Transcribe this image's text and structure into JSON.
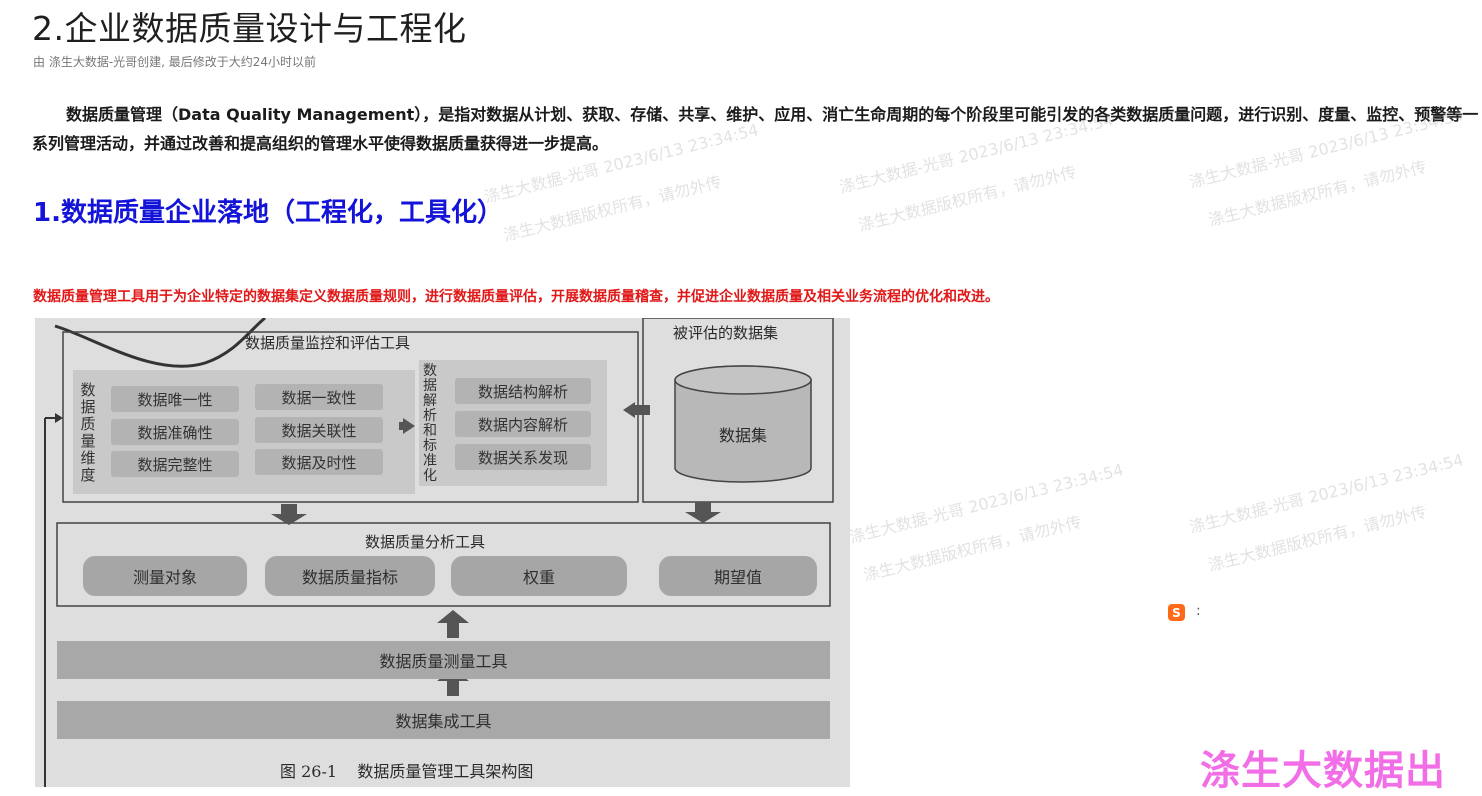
{
  "page": {
    "title": "2.企业数据质量设计与工程化",
    "meta": "由 涤生大数据-光哥创建, 最后修改于大约24小时以前"
  },
  "intro": {
    "paragraph": "数据质量管理（Data Quality Management），是指对数据从计划、获取、存储、共享、维护、应用、消亡生命周期的每个阶段里可能引发的各类数据质量问题，进行识别、度量、监控、预警等一系列管理活动，并通过改善和提高组织的管理水平使得数据质量获得进一步提高。"
  },
  "section": {
    "heading": "1.数据质量企业落地（工程化，工具化）",
    "note": "数据质量管理工具用于为企业特定的数据集定义数据质量规则，进行数据质量评估，开展数据质量稽查，并促进企业数据质量及相关业务流程的优化和改进。"
  },
  "figure": {
    "monitor_title": "数据质量监控和评估工具",
    "dataset_title": "被评估的数据集",
    "dimension_label": "数据质量维度",
    "dimensions_col1": [
      "数据唯一性",
      "数据准确性",
      "数据完整性"
    ],
    "dimensions_col2": [
      "数据一致性",
      "数据关联性",
      "数据及时性"
    ],
    "parse_label": "数据解析和标准化",
    "parse_items": [
      "数据结构解析",
      "数据内容解析",
      "数据关系发现"
    ],
    "dataset_label": "数据集",
    "analysis_title": "数据质量分析工具",
    "analysis_items": [
      "测量对象",
      "数据质量指标",
      "权重",
      "期望值"
    ],
    "measure_tool": "数据质量测量工具",
    "integration_tool": "数据集成工具",
    "caption": "图 26-1    数据质量管理工具架构图"
  },
  "watermark": {
    "line1": "涤生大数据-光哥 2023/6/13 23:34:54",
    "line2": "涤生大数据版权所有，请勿外传"
  },
  "overlay": {
    "brand": "涤生大数据出",
    "icon_letter": "S",
    "icon_menu": ":"
  }
}
